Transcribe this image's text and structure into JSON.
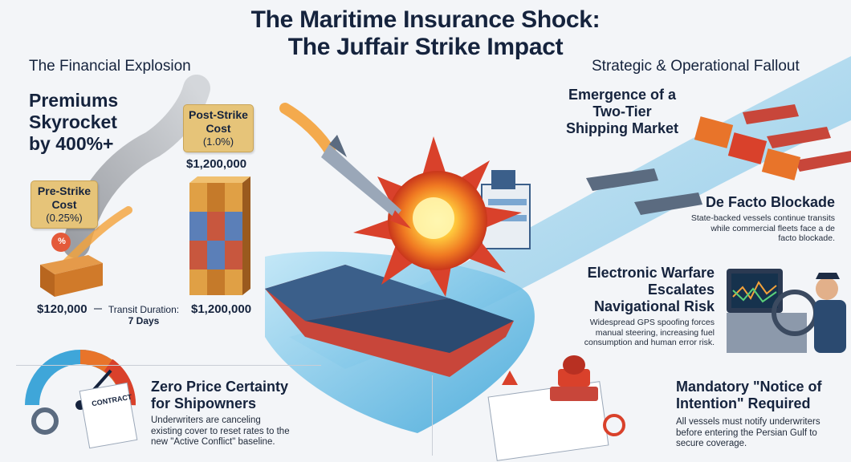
{
  "title": {
    "line1": "The Maritime Insurance Shock:",
    "line2": "The Juffair Strike Impact"
  },
  "left": {
    "heading": "The Financial Explosion",
    "headline": [
      "Premiums",
      "Skyrocket",
      "by 400%+"
    ],
    "pre_strike": {
      "label": "Pre-Strike",
      "label2": "Cost",
      "rate": "(0.25%)",
      "cost": "$120,000"
    },
    "post_strike": {
      "label": "Post-Strike",
      "label2": "Cost",
      "rate": "(1.0%)",
      "cost_top": "$1,200,000",
      "cost_bottom": "$1,200,000"
    },
    "transit": {
      "label": "Transit Duration:",
      "value": "7 Days"
    },
    "percent_symbol": "%"
  },
  "right": {
    "heading": "Strategic & Operational Fallout",
    "two_tier": {
      "line1": "Emergence of a",
      "line2": "Two-Tier",
      "line3": "Shipping Market"
    },
    "blockade": {
      "title": "De Facto Blockade",
      "desc1": "State-backed vessels continue transits",
      "desc2": "while commercial fleets face a de",
      "desc3": "facto blockade."
    },
    "ew": {
      "line1": "Electronic Warfare",
      "line2": "Escalates",
      "line3": "Navigational Risk",
      "desc1": "Widespread GPS spoofing forces",
      "desc2": "manual steering, increasing fuel",
      "desc3": "consumption and human error risk."
    }
  },
  "bottom_left": {
    "line1": "Zero Price Certainty",
    "line2": "for Shipowners",
    "desc1": "Underwriters are canceling",
    "desc2": "existing cover to reset rates to the",
    "desc3": "new \"Active Conflict\" baseline.",
    "contract_label": "CONTRACT"
  },
  "bottom_right": {
    "line1": "Mandatory \"Notice of",
    "line2": "Intention\" Required",
    "desc1": "All vessels must notify underwriters",
    "desc2": "before entering the Persian Gulf to",
    "desc3": "secure coverage."
  },
  "colors": {
    "navy": "#15233d",
    "gold": "#e6c479",
    "orange": "#e8742a",
    "sea": "#3fa6d9",
    "red": "#d9412b"
  }
}
